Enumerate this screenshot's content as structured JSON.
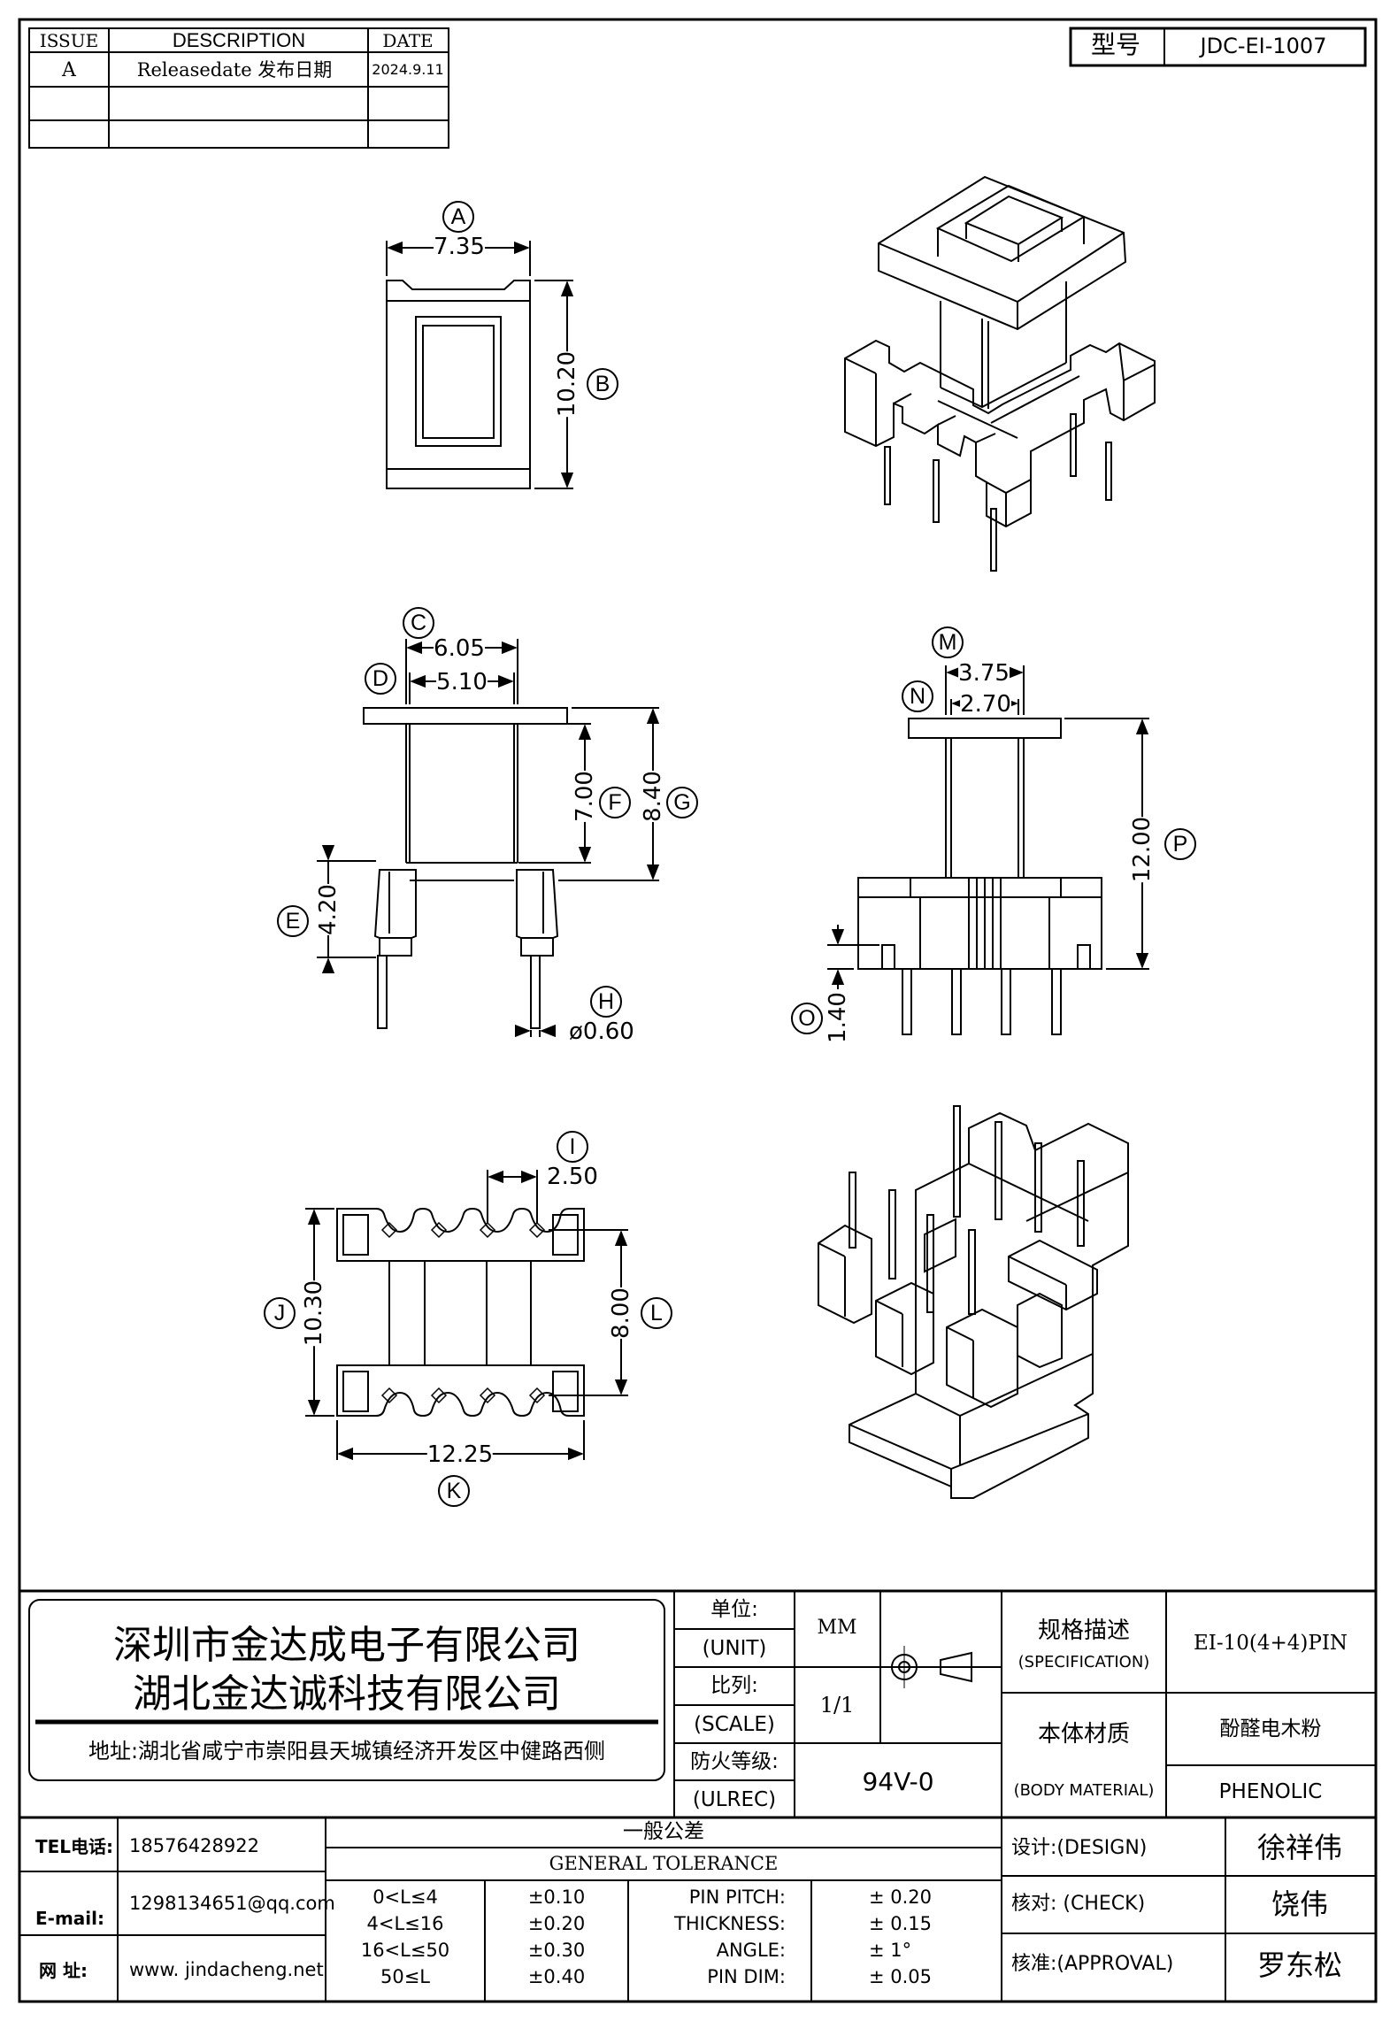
{
  "revision": {
    "headers": [
      "ISSUE",
      "DESCRIPTION",
      "DATE"
    ],
    "rows": [
      {
        "issue": "A",
        "description": "Releasedate 发布日期",
        "date": "2024.9.11"
      },
      {
        "issue": "",
        "description": "",
        "date": ""
      },
      {
        "issue": "",
        "description": "",
        "date": ""
      }
    ]
  },
  "model": {
    "label": "型号",
    "value": "JDC-EI-1007"
  },
  "dims": {
    "A": {
      "letter": "A",
      "value": "7.35"
    },
    "B": {
      "letter": "B",
      "value": "10.20"
    },
    "C": {
      "letter": "C",
      "value": "6.05"
    },
    "D": {
      "letter": "D",
      "value": "5.10"
    },
    "E": {
      "letter": "E",
      "value": "4.20"
    },
    "F": {
      "letter": "F",
      "value": "7.00"
    },
    "G": {
      "letter": "G",
      "value": "8.40"
    },
    "H": {
      "letter": "H",
      "value": "ø0.60"
    },
    "I": {
      "letter": "I",
      "value": "2.50"
    },
    "J": {
      "letter": "J",
      "value": "10.30"
    },
    "K": {
      "letter": "K",
      "value": "12.25"
    },
    "L": {
      "letter": "L",
      "value": "8.00"
    },
    "M": {
      "letter": "M",
      "value": "3.75"
    },
    "N": {
      "letter": "N",
      "value": "2.70"
    },
    "O": {
      "letter": "O",
      "value": "1.40"
    },
    "P": {
      "letter": "P",
      "value": "12.00"
    }
  },
  "company": {
    "name1": "深圳市金达成电子有限公司",
    "name2": "湖北金达诚科技有限公司",
    "address": "地址:湖北省咸宁市崇阳县天城镇经济开发区中健路西侧"
  },
  "spec": {
    "unit_cn": "单位:",
    "unit_en": "(UNIT)",
    "unit_value": "MM",
    "scale_cn": "比列:",
    "scale_en": "(SCALE)",
    "scale_value": "1/1",
    "ulrec_cn": "防火等级:",
    "ulrec_en": "(ULREC)",
    "ulrec_value": "94V-0",
    "specification_cn": "规格描述",
    "specification_en": "(SPECIFICATION)",
    "specification_value": "EI-10(4+4)PIN",
    "material_cn": "本体材质",
    "material_en": "(BODY MATERIAL)",
    "material_value_cn": "酚醛电木粉",
    "material_value_en": "PHENOLIC"
  },
  "contact": {
    "tel_label": "TEL电话:",
    "tel": "18576428922",
    "email_label": "E-mail:",
    "email": "1298134651@qq.com",
    "web_label": "网   址:",
    "web": "www. jindacheng.net"
  },
  "tolerance": {
    "title_cn": "一般公差",
    "title_en": "GENERAL  TOLERANCE",
    "ranges": [
      {
        "range": "0<L≤4",
        "value": "±0.10"
      },
      {
        "range": "4<L≤16",
        "value": "±0.20"
      },
      {
        "range": "16<L≤50",
        "value": "±0.30"
      },
      {
        "range": "50≤L",
        "value": "±0.40"
      }
    ],
    "specs": [
      {
        "name": "PIN PITCH:",
        "value": "±  0.20"
      },
      {
        "name": "THICKNESS:",
        "value": "±  0.15"
      },
      {
        "name": "ANGLE:",
        "value": "±  1°"
      },
      {
        "name": "PIN DIM:",
        "value": "±  0.05"
      }
    ]
  },
  "approval": {
    "design_label": "设计:(DESIGN)",
    "design": "徐祥伟",
    "check_label": "核对: (CHECK)",
    "check": "饶伟",
    "approve_label": "核准:(APPROVAL)",
    "approve": "罗东松"
  }
}
